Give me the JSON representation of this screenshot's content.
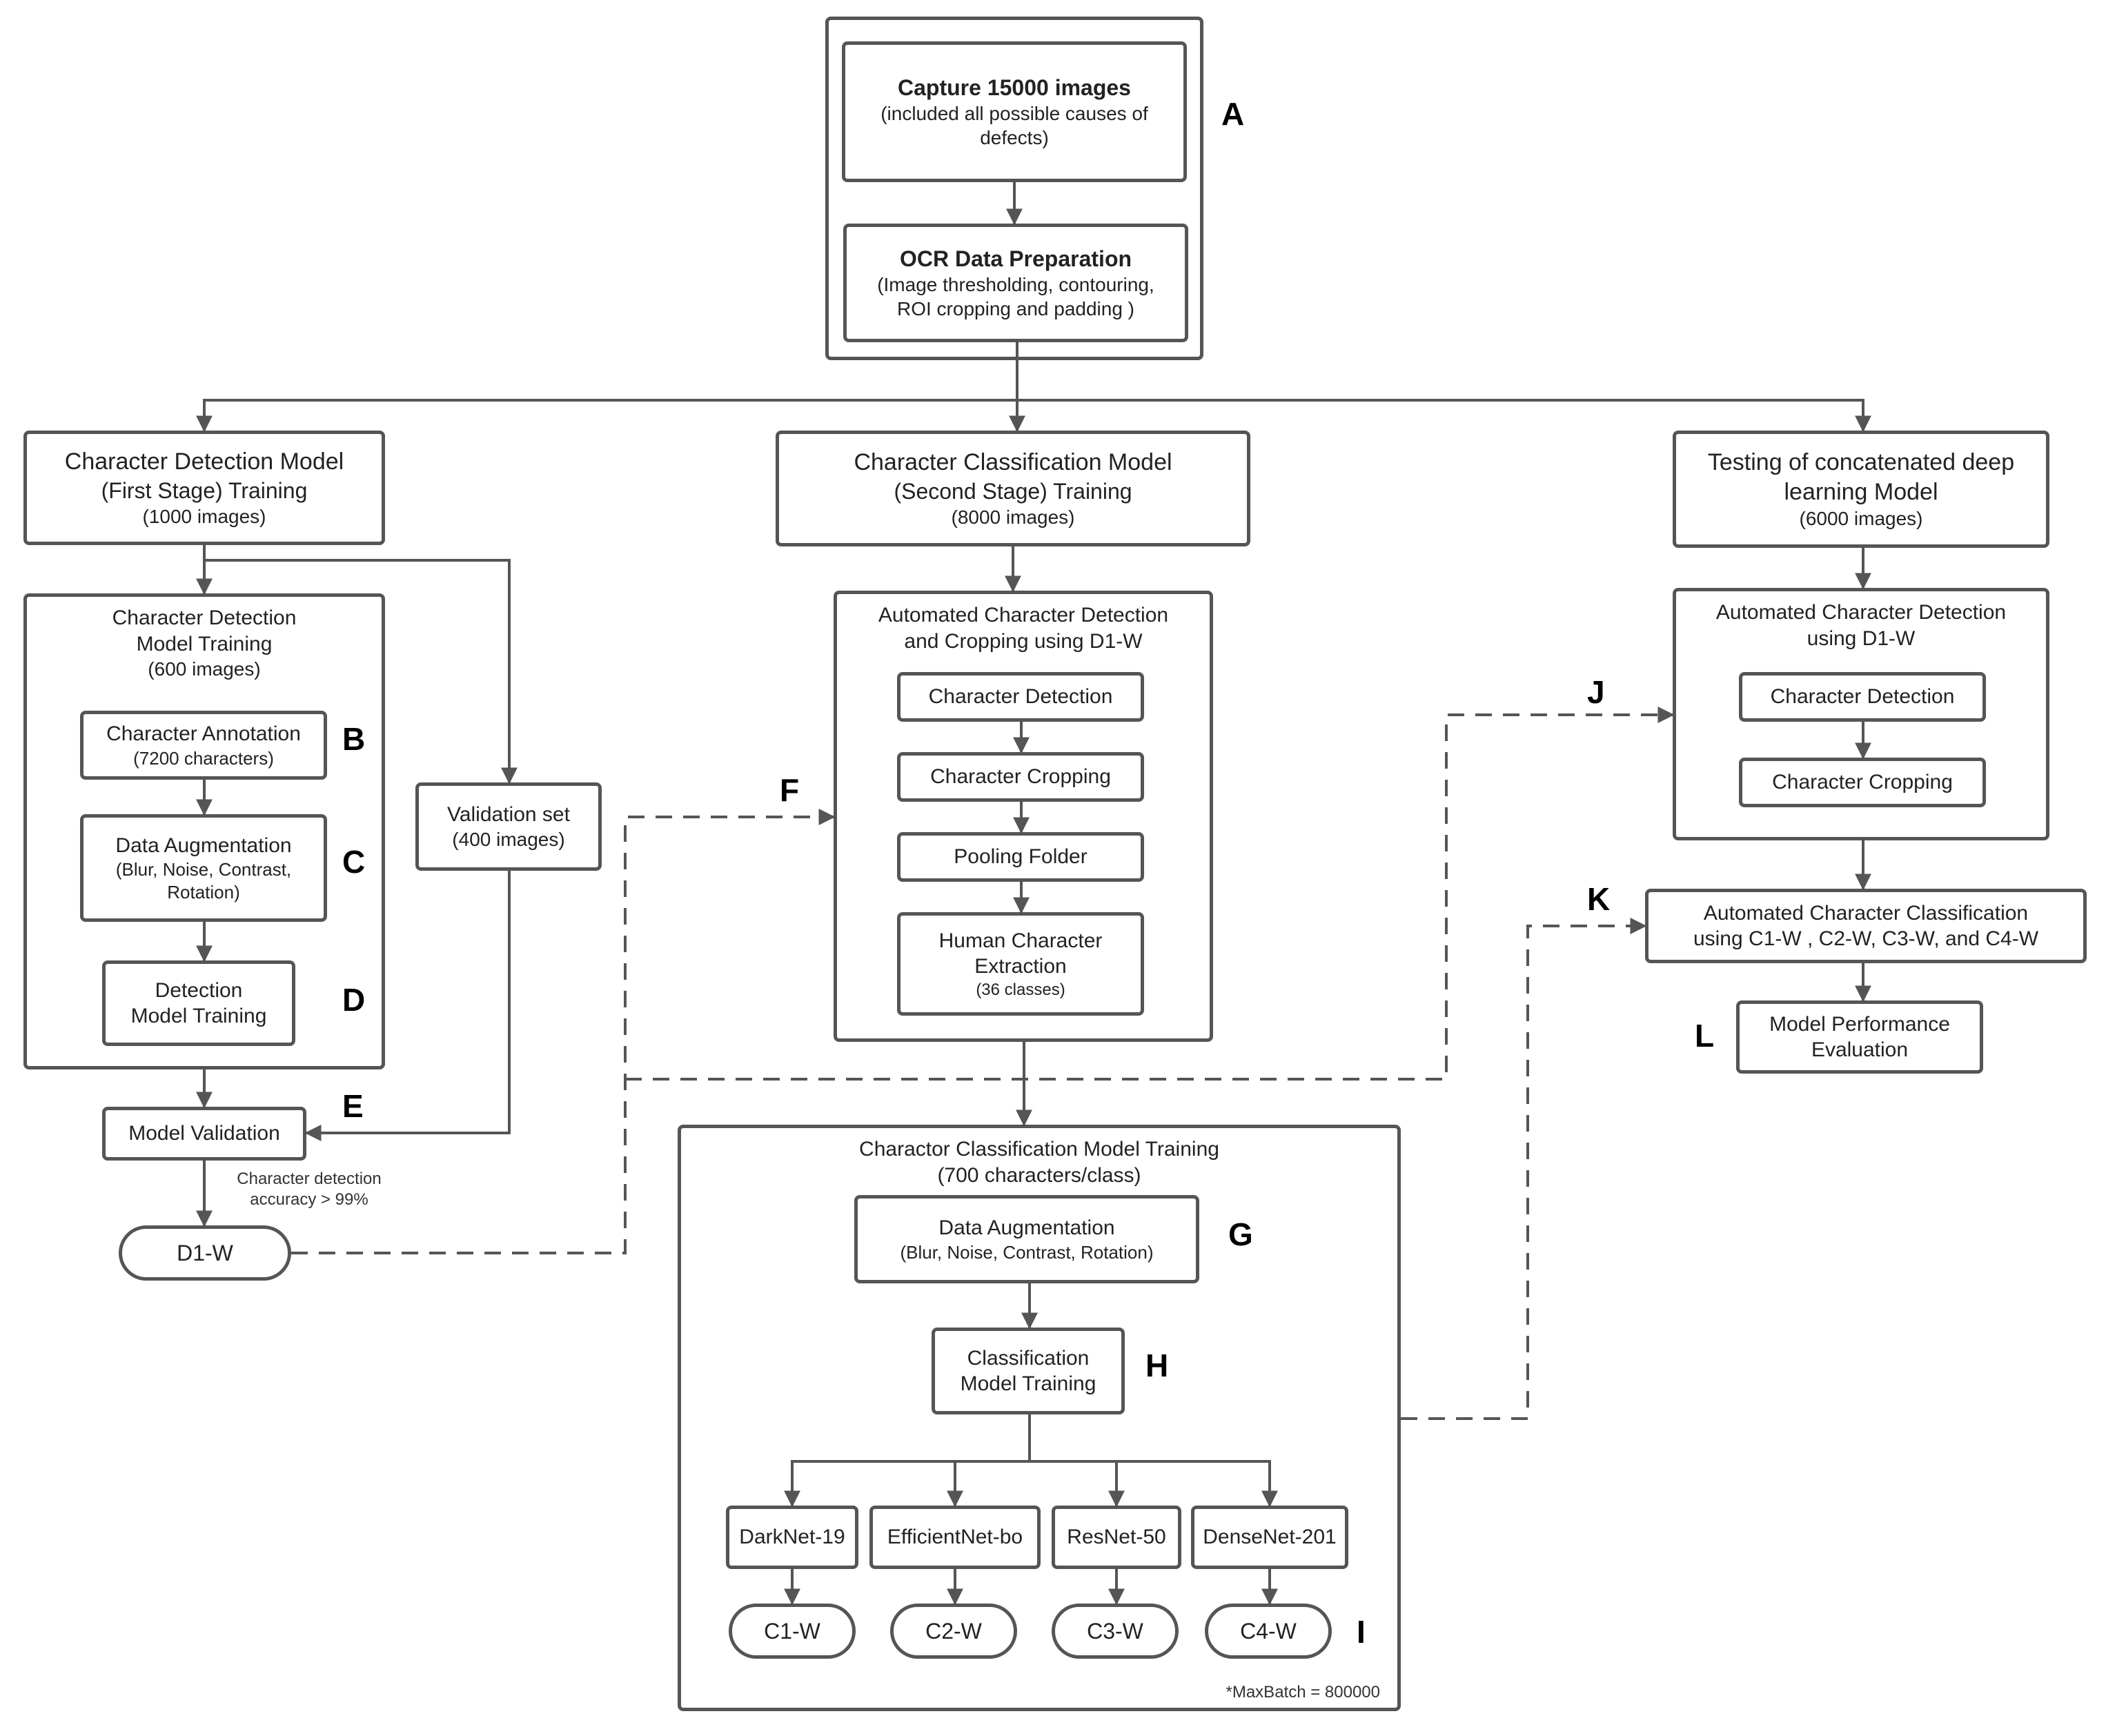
{
  "colors": {
    "line": "#555555",
    "text": "#222222",
    "label": "#000000",
    "background": "#ffffff"
  },
  "stage_a": {
    "capture": {
      "title": "Capture 15000 images",
      "detail": "(included all possible causes of defects)"
    },
    "ocr": {
      "title": "OCR Data Preparation",
      "detail_1": "(Image thresholding, contouring,",
      "detail_2": "ROI cropping and padding )"
    }
  },
  "detection": {
    "header": {
      "line_1": "Character Detection Model",
      "line_2": "(First Stage) Training",
      "line_3": "(1000 images)"
    },
    "training": {
      "line_1": "Character Detection",
      "line_2": "Model Training",
      "line_3": "(600 images)"
    },
    "annotation": {
      "title": "Character Annotation",
      "detail": "(7200 characters)"
    },
    "augmentation": {
      "title": "Data Augmentation",
      "detail_1": "(Blur, Noise, Contrast,",
      "detail_2": "Rotation)"
    },
    "model_training": {
      "line_1": "Detection",
      "line_2": "Model Training"
    },
    "validation_set": {
      "title": "Validation set",
      "detail": "(400 images)"
    },
    "model_validation": "Model Validation",
    "accuracy_note": {
      "line_1": "Character detection",
      "line_2": "accuracy > 99%"
    },
    "weights": "D1-W"
  },
  "classification": {
    "header": {
      "line_1": "Character Classification Model",
      "line_2": "(Second Stage) Training",
      "line_3": "(8000 images)"
    },
    "auto": {
      "title_1": "Automated Character Detection",
      "title_2": "and Cropping using D1-W",
      "steps": [
        "Character Detection",
        "Character Cropping",
        "Pooling Folder"
      ],
      "extraction": {
        "line_1": "Human Character",
        "line_2": "Extraction",
        "line_3": "(36 classes)"
      }
    },
    "training": {
      "title_1": "Charactor Classification Model Training",
      "title_2": "(700 characters/class)",
      "augmentation": {
        "title": "Data Augmentation",
        "detail": "(Blur, Noise, Contrast, Rotation)"
      },
      "model_training": {
        "line_1": "Classification",
        "line_2": "Model Training"
      },
      "networks": [
        "DarkNet-19",
        "EfficientNet-bo",
        "ResNet-50",
        "DenseNet-201"
      ],
      "weights": [
        "C1-W",
        "C2-W",
        "C3-W",
        "C4-W"
      ],
      "footnote": "*MaxBatch = 800000"
    }
  },
  "testing": {
    "header": {
      "line_1": "Testing of concatenated deep",
      "line_2": "learning Model",
      "line_3": "(6000 images)"
    },
    "auto": {
      "title_1": "Automated Character Detection",
      "title_2": "using D1-W",
      "steps": [
        "Character Detection",
        "Character Cropping"
      ]
    },
    "classification": {
      "line_1": "Automated Character Classification",
      "line_2": "using C1-W , C2-W, C3-W, and C4-W"
    },
    "evaluation": {
      "line_1": "Model Performance",
      "line_2": "Evaluation"
    }
  },
  "labels": [
    "A",
    "B",
    "C",
    "D",
    "E",
    "F",
    "G",
    "H",
    "I",
    "J",
    "K",
    "L"
  ]
}
